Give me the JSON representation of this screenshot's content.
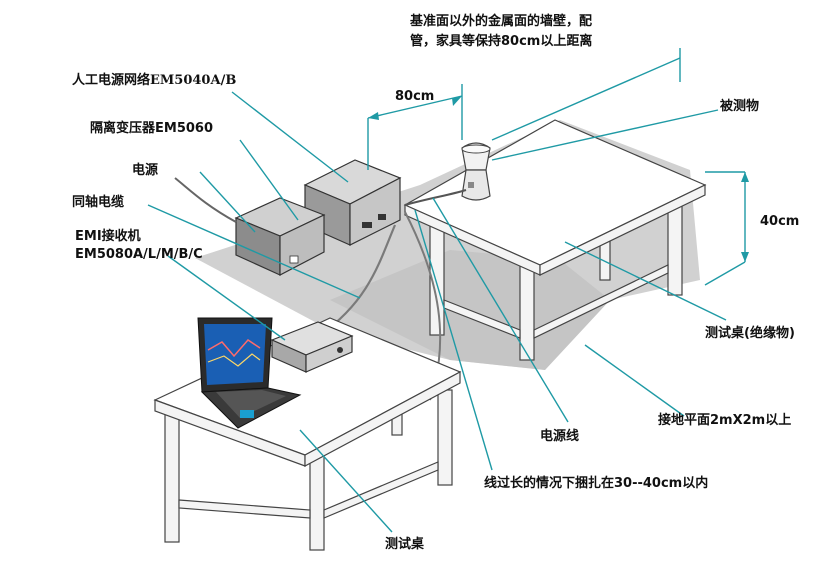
{
  "labels": {
    "wall_note_line1": "基准面以外的金属面的墙壁，配",
    "wall_note_line2": "管，家具等保持80cm以上距离",
    "lisn": "人工电源网络EM5040A/B",
    "transformer": "隔离变压器EM5060",
    "power_source": "电源",
    "coax": "同轴电缆",
    "emi_receiver_line1": "EMI接收机",
    "emi_receiver_line2": "EM5080A/L/M/B/C",
    "dim_80cm": "80cm",
    "eut": "被测物",
    "dim_40cm": "40cm",
    "test_table_insulating": "测试桌(绝缘物)",
    "ground_plane": "接地平面2mX2m以上",
    "power_line": "电源线",
    "bundle_note": "线过长的情况下捆扎在30--40cm以内",
    "test_table": "测试桌"
  },
  "colors": {
    "callout": "#1f9aa5",
    "ground_plane": "#c9c9c9",
    "screen": "#1a5fb4"
  }
}
